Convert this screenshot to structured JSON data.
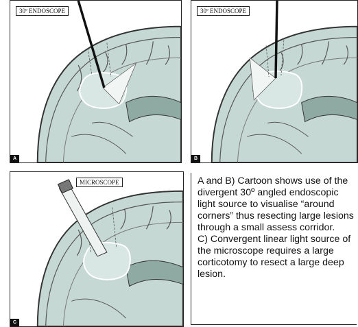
{
  "panels": [
    {
      "letter": "A",
      "tag": "30º ENDOSCOPE"
    },
    {
      "letter": "B",
      "tag": "30º ENDOSCOPE"
    },
    {
      "letter": "C",
      "tag": "MICROSCOPE"
    }
  ],
  "caption": {
    "para1": "A and B) Cartoon shows use of the divergent 30º angled endoscopic light source to visualise “around corners” thus resecting large lesions through a small assess corridor.",
    "para2": "C) Convergent linear light source of the microscope requires a large corticotomy to resect a large deep lesion."
  },
  "colors": {
    "tissue": "#bdd2cd",
    "lesion": "#d3e4df",
    "line": "#3a3a3a"
  }
}
